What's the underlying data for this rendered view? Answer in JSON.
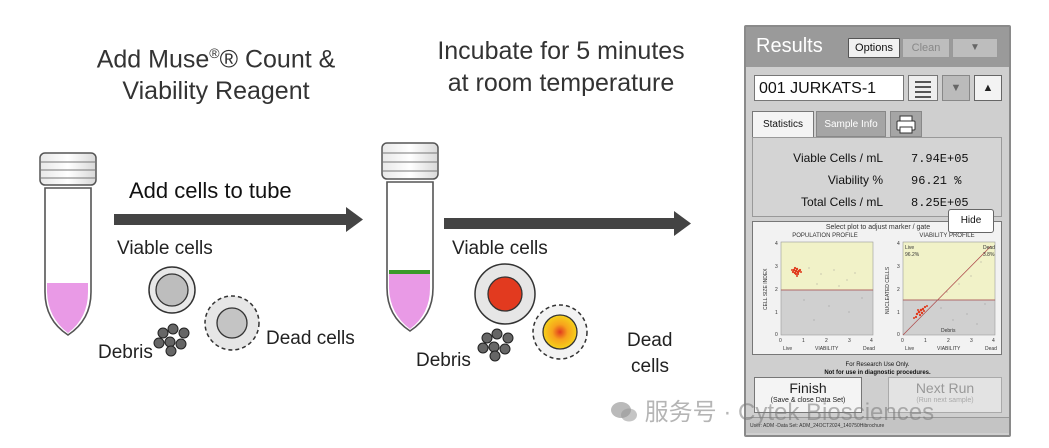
{
  "headings": {
    "step1": [
      "Add Muse",
      "® Count &",
      "Viability Reagent"
    ],
    "step2": [
      "Incubate for 5 minutes",
      "at room temperature"
    ]
  },
  "arrow_label": "Add cells to tube",
  "left_panel": {
    "viable": "Viable cells",
    "debris": "Debris",
    "dead": "Dead cells"
  },
  "middle_panel": {
    "viable": "Viable cells",
    "debris": "Debris",
    "dead_line1": "Dead",
    "dead_line2": "cells"
  },
  "device": {
    "title": "Results",
    "options_label": "Options",
    "clean_label": "Clean",
    "menu_symbol": "▼",
    "sample_name": "001 JURKATS-1",
    "down_symbol": "▼",
    "up_symbol": "▲",
    "tabs": {
      "statistics": "Statistics",
      "sample_info": "Sample Info"
    },
    "stats": [
      {
        "label": "Viable Cells / mL",
        "value": "7.94E+05"
      },
      {
        "label": "Viability %",
        "value": "96.21 %"
      },
      {
        "label": "Total Cells / mL",
        "value": "8.25E+05"
      }
    ],
    "hide_label": "Hide",
    "plot_caption": "Select plot to adjust marker / gate",
    "plot1": {
      "title": "POPULATION PROFILE",
      "ylabel": "CELL SIZE INDEX",
      "xlabel": "VIABILITY",
      "x_left": "Live",
      "x_right": "Dead",
      "ticks_y": [
        "4",
        "3",
        "2",
        "1",
        "0"
      ],
      "ticks_x": [
        "0",
        "1",
        "2",
        "3",
        "4"
      ]
    },
    "plot2": {
      "title": "VIABILITY PROFILE",
      "ylabel": "NUCLEATED CELLS",
      "xlabel": "VIABILITY",
      "x_left": "Live",
      "x_right": "Dead",
      "live_label": "Live",
      "live_pct": "96.2%",
      "dead_label": "Dead",
      "dead_pct": "3.8%",
      "debris_label": "Debris",
      "ticks_y": [
        "4",
        "3",
        "2",
        "1",
        "0"
      ],
      "ticks_x": [
        "0",
        "1",
        "2",
        "3",
        "4"
      ]
    },
    "ruo_line1": "For Research Use Only.",
    "ruo_line2": "Not for use in diagnostic procedures.",
    "finish_label": "Finish",
    "finish_sub": "(Save & close Data Set)",
    "next_label": "Next Run",
    "next_sub": "(Run next sample)",
    "status_text": "User: ADM  -Data Set: ADM_24OCT2024_140750Hibrochure"
  },
  "watermark": "服务号 · Cytek Biosciences",
  "colors": {
    "reagent": "#e99ae6",
    "green_band": "#3a9a2a",
    "red_cell": "#e23a1f",
    "dead_cell_center": "#f6c21a",
    "plot_upper": "#f1f2c8",
    "plot_lower": "#d0d0d0"
  }
}
